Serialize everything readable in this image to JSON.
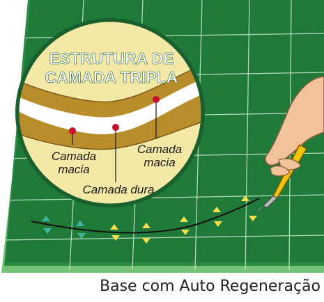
{
  "title_line1": "ESTRUTURA DE",
  "title_line2": "CAMADA TRIPLA",
  "label_soft_left_1": "Camada",
  "label_soft_left_2": "macia",
  "label_soft_right_1": "Camada",
  "label_soft_right_2": "macia",
  "label_hard": "Camada dura",
  "caption": "Base com Auto Regeneração",
  "colors": {
    "mat_green": "#1f7a3a",
    "mat_edge": "#6cc06a",
    "grid": "#cfe8d2",
    "soft_layer": "#b88d2a",
    "hard_layer": "#ffffff",
    "circle_fill": "#f3e8a6",
    "title_text": "#ffffff",
    "pin": "#c8102e"
  },
  "icons": [
    "cutting-mat",
    "hand-with-craft-knife",
    "arrow-markers"
  ]
}
